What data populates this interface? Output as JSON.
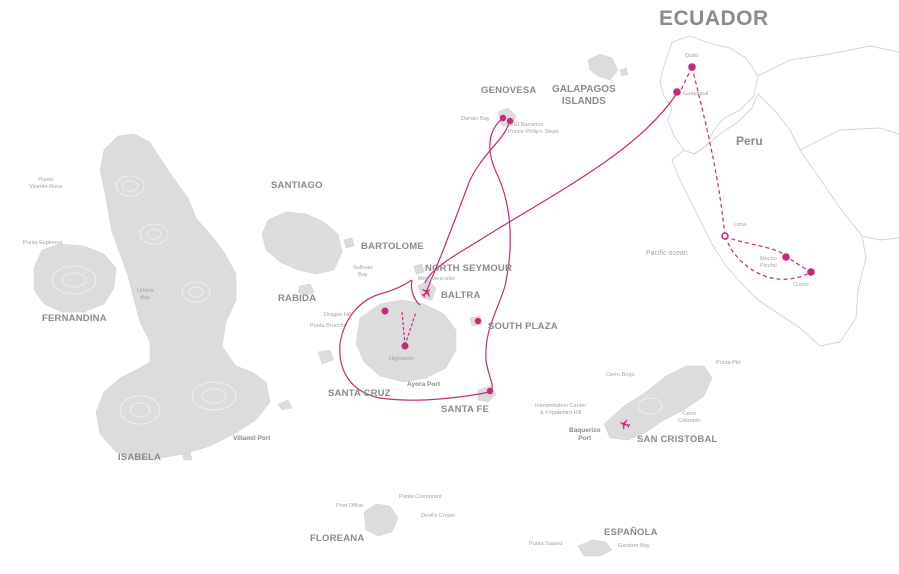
{
  "colors": {
    "land": "#dcdcdc",
    "mainland_border": "#cfcfcf",
    "route": "#c8277a",
    "label": "#8a8a8a",
    "small_label": "#a2a2a2",
    "background": "#ffffff"
  },
  "icons": {
    "waypoint": "magenta-dot",
    "airport": "airplane-icon"
  },
  "labels": {
    "ecuador": "ECUADOR",
    "peru": "Peru",
    "galapagos_line1": "GALAPAGOS",
    "galapagos_line2": "ISLANDS",
    "pacific": "Pacific ocean",
    "quito": "Quito",
    "guayaquil": "Guayaquil",
    "lima": "Lima",
    "machu1": "Machu",
    "machu2": "Picchu",
    "cusco": "Cusco",
    "genovesa": "GENOVESA",
    "darwin_bay": "Darwin Bay",
    "el_barranco": "El Barranco",
    "prince_philip": "Prince Philip's Steps",
    "santiago": "SANTIAGO",
    "bartolome": "BARTOLOME",
    "sullivan1": "Sullivan",
    "sullivan2": "Bay",
    "north_seymour": "NORTH SEYMOUR",
    "mosquera": "Mosquera islet",
    "baltra": "BALTRA",
    "rabida": "RABIDA",
    "dragon_hill": "Dragon Hill",
    "punta_brucchi": "Punta Brucchi",
    "highlands": "Highlands",
    "santa_cruz": "SANTA CRUZ",
    "ayora_port": "Ayora Port",
    "south_plaza": "SOUTH PLAZA",
    "santa_fe": "SANTA FE",
    "fernandina": "FERNANDINA",
    "isabela": "ISABELA",
    "villamil_port": "Villamil Port",
    "punta_vicente1": "Punta",
    "punta_vicente2": "Vicente Roca",
    "punta_espinosa": "Punta Espinosa",
    "urbina1": "Urbina",
    "urbina2": "Bay",
    "san_cristobal": "SAN CRISTOBAL",
    "punta_pitt": "Punta Pitt",
    "cerro_brujo": "Cerro Brujo",
    "interp1": "Interpretation Center",
    "interp2": "& Frigatebird Hill",
    "cerro_col1": "Cerro",
    "cerro_col2": "Colorado",
    "baquerizo1": "Baquerizo",
    "baquerizo2": "Port",
    "floreana": "FLOREANA",
    "punta_cormorant": "Punta Cormorant",
    "post_office": "Post Office",
    "devils_crown": "Devil's Crown",
    "espanola": "ESPAÑOLA",
    "punta_suarez": "Punta Suarez",
    "gardner_bay": "Gardner Bay"
  }
}
